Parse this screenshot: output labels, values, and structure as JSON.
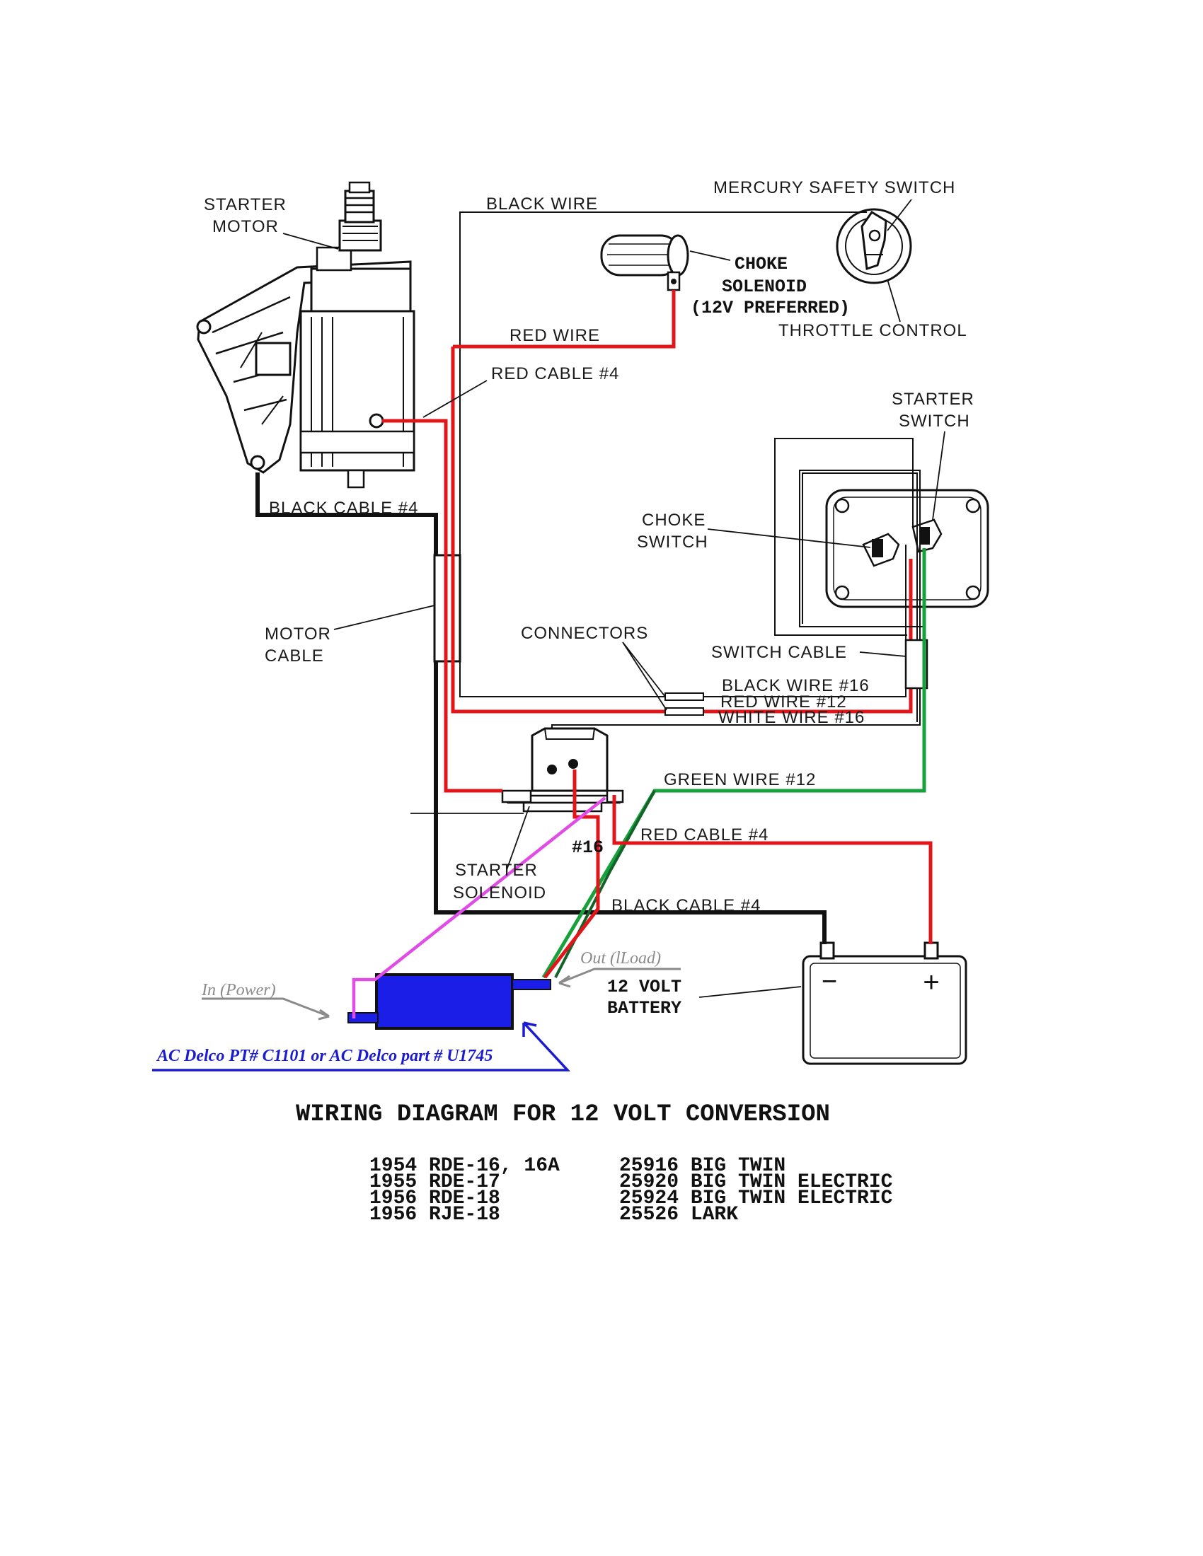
{
  "labels": {
    "starter_motor": [
      "STARTER",
      "MOTOR"
    ],
    "black_wire": "BLACK WIRE",
    "mercury_safety_switch": "MERCURY SAFETY SWITCH",
    "choke_solenoid": [
      "CHOKE",
      "SOLENOID",
      "(12V PREFERRED)"
    ],
    "throttle_control": "THROTTLE CONTROL",
    "red_wire": "RED WIRE",
    "red_cable_top": "RED CABLE #4",
    "starter_switch": [
      "STARTER",
      "SWITCH"
    ],
    "black_cable_top": "BLACK CABLE #4",
    "choke_switch": [
      "CHOKE",
      "SWITCH"
    ],
    "motor_cable": [
      "MOTOR",
      "CABLE"
    ],
    "connectors": "CONNECTORS",
    "switch_cable": "SWITCH CABLE",
    "black_wire_16": "BLACK WIRE #16",
    "red_wire_12": "RED WIRE #12",
    "white_wire_16": "WHITE WIRE #16",
    "green_wire_12": "GREEN WIRE #12",
    "hash_16": "#16",
    "red_cable_bottom": "RED CABLE #4",
    "starter_solenoid": [
      "STARTER",
      "SOLENOID"
    ],
    "black_cable_bottom": "BLACK CABLE #4",
    "out_load": "Out (lLoad)",
    "in_power": "In (Power)",
    "battery": [
      "12 VOLT",
      "BATTERY"
    ],
    "battery_minus": "−",
    "battery_plus": "+",
    "ac_delco": "AC Delco  PT# C1101 or AC Delco part # U1745"
  },
  "title": "WIRING DIAGRAM FOR 12 VOLT CONVERSION",
  "models_left": [
    "1954 RDE-16, 16A",
    "1955 RDE-17",
    "1956 RDE-18",
    "1956 RJE-18"
  ],
  "models_right": [
    "25916 BIG TWIN",
    "25920 BIG TWIN ELECTRIC",
    "25924 BIG TWIN ELECTRIC",
    "25526 LARK"
  ],
  "colors": {
    "red_wire": "#e0161b",
    "green_wire": "#16a13a",
    "black_wire": "#111111",
    "magenta_wire": "#e14ce6",
    "module_fill": "#1a1ee6",
    "annotation_blue": "#1b1bd0",
    "annotation_gray": "#8a8a8a"
  }
}
